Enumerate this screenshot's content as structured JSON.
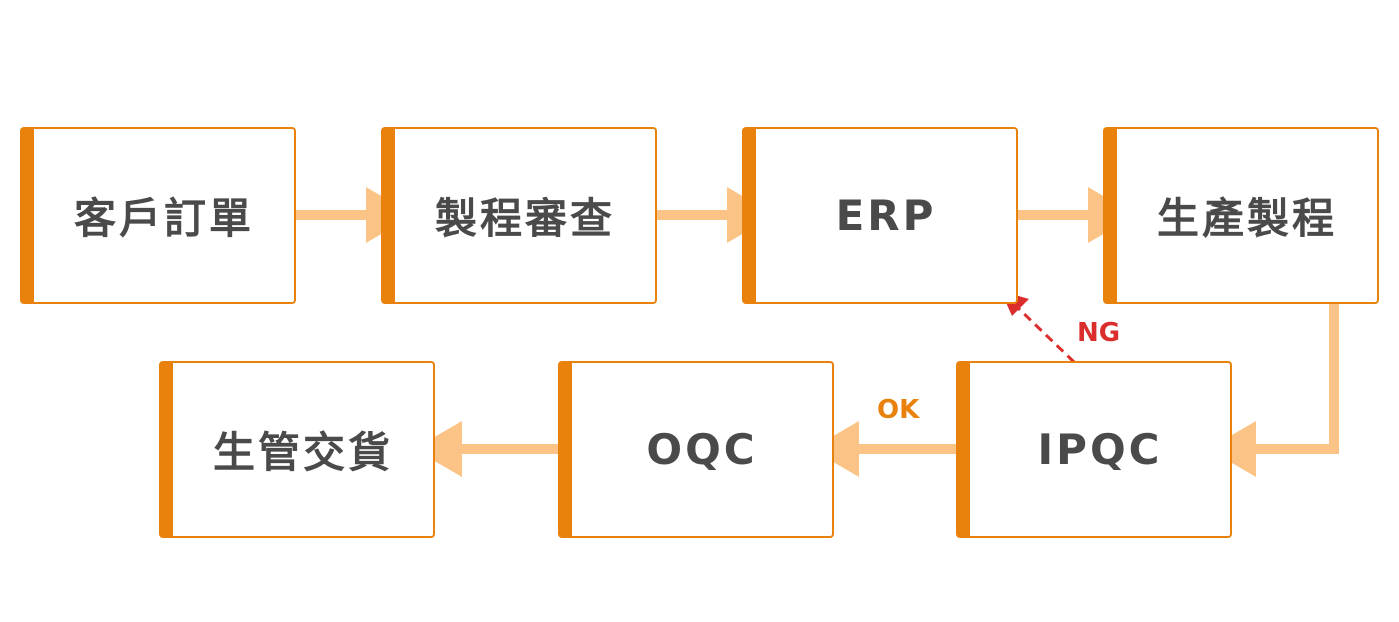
{
  "colors": {
    "node_border": "#E8820C",
    "arrow": "#FBC385",
    "ng_arrow": "#DC2D2D",
    "ok_text": "#E8820C",
    "ng_text": "#DC2D2D",
    "node_text": "#4a4a4a"
  },
  "nodes": {
    "order": "客戶訂單",
    "review": "製程審查",
    "erp": "ERP",
    "production": "生產製程",
    "ipqc": "IPQC",
    "oqc": "OQC",
    "delivery": "生管交貨"
  },
  "edges": [
    {
      "from": "order",
      "to": "review",
      "label": ""
    },
    {
      "from": "review",
      "to": "erp",
      "label": ""
    },
    {
      "from": "erp",
      "to": "production",
      "label": ""
    },
    {
      "from": "production",
      "to": "ipqc",
      "label": ""
    },
    {
      "from": "ipqc",
      "to": "oqc",
      "label": "OK"
    },
    {
      "from": "ipqc",
      "to": "erp",
      "label": "NG",
      "style": "dashed"
    },
    {
      "from": "oqc",
      "to": "delivery",
      "label": ""
    }
  ],
  "labels": {
    "ok": "OK",
    "ng": "NG"
  }
}
